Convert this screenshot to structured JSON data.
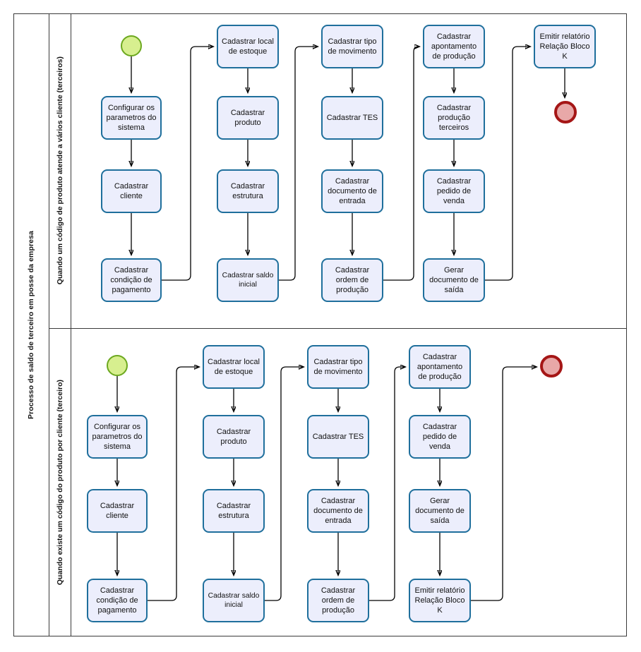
{
  "pool": {
    "title": "Processo de saldo de terceiro em posse da empresa"
  },
  "lanes": [
    {
      "id": "lane1",
      "title": "Quando um código de produto atende a vários cliente (terceiros)"
    },
    {
      "id": "lane2",
      "title": "Quando existe um código do produto por cliente (terceiro)"
    }
  ],
  "events": {
    "start1": {
      "type": "start-event",
      "label": ""
    },
    "end1": {
      "type": "end-event",
      "label": ""
    },
    "start2": {
      "type": "start-event",
      "label": ""
    },
    "end2": {
      "type": "end-event",
      "label": ""
    }
  },
  "colors": {
    "task_fill": "#eceefc",
    "task_stroke": "#1f6f9c",
    "start_fill": "#d7ef8f",
    "start_stroke": "#6ca81f",
    "end_fill": "#e8a8a8",
    "end_stroke": "#a51616",
    "lane_border": "#3a3a3a",
    "connector": "#000000"
  },
  "lane1_tasks": [
    {
      "id": "t1c1r1",
      "label": "Configurar os parametros do sistema"
    },
    {
      "id": "t1c1r2",
      "label": "Cadastrar cliente"
    },
    {
      "id": "t1c1r3",
      "label": "Cadastrar condição de pagamento"
    },
    {
      "id": "t1c2r1",
      "label": "Cadastrar local de estoque"
    },
    {
      "id": "t1c2r2",
      "label": "Cadastrar produto"
    },
    {
      "id": "t1c2r3",
      "label": "Cadastrar estrutura"
    },
    {
      "id": "t1c2r4",
      "label": "Cadastrar saldo inicial"
    },
    {
      "id": "t1c3r1",
      "label": "Cadastrar tipo de movimento"
    },
    {
      "id": "t1c3r2",
      "label": "Cadastrar TES"
    },
    {
      "id": "t1c3r3",
      "label": "Cadastrar documento de entrada"
    },
    {
      "id": "t1c3r4",
      "label": "Cadastrar ordem de produção"
    },
    {
      "id": "t1c4r1",
      "label": "Cadastrar apontamento de produção"
    },
    {
      "id": "t1c4r2",
      "label": "Cadastrar produção terceiros"
    },
    {
      "id": "t1c4r3",
      "label": "Cadastrar pedido de venda"
    },
    {
      "id": "t1c4r4",
      "label": "Gerar documento de saída"
    },
    {
      "id": "t1c5r1",
      "label": "Emitir relatório Relação Bloco K"
    }
  ],
  "lane2_tasks": [
    {
      "id": "t2c1r1",
      "label": "Configurar os parametros do sistema"
    },
    {
      "id": "t2c1r2",
      "label": "Cadastrar cliente"
    },
    {
      "id": "t2c1r3",
      "label": "Cadastrar condição de pagamento"
    },
    {
      "id": "t2c2r1",
      "label": "Cadastrar local de estoque"
    },
    {
      "id": "t2c2r2",
      "label": "Cadastrar produto"
    },
    {
      "id": "t2c2r3",
      "label": "Cadastrar estrutura"
    },
    {
      "id": "t2c2r4",
      "label": "Cadastrar saldo inicial"
    },
    {
      "id": "t2c3r1",
      "label": "Cadastrar tipo de movimento"
    },
    {
      "id": "t2c3r2",
      "label": "Cadastrar TES"
    },
    {
      "id": "t2c3r3",
      "label": "Cadastrar documento de entrada"
    },
    {
      "id": "t2c3r4",
      "label": "Cadastrar ordem de produção"
    },
    {
      "id": "t2c4r1",
      "label": "Cadastrar apontamento de produção"
    },
    {
      "id": "t2c4r2",
      "label": "Cadastrar pedido de venda"
    },
    {
      "id": "t2c4r3",
      "label": "Gerar documento de saída"
    },
    {
      "id": "t2c4r4",
      "label": "Emitir relatório Relação Bloco K"
    }
  ]
}
